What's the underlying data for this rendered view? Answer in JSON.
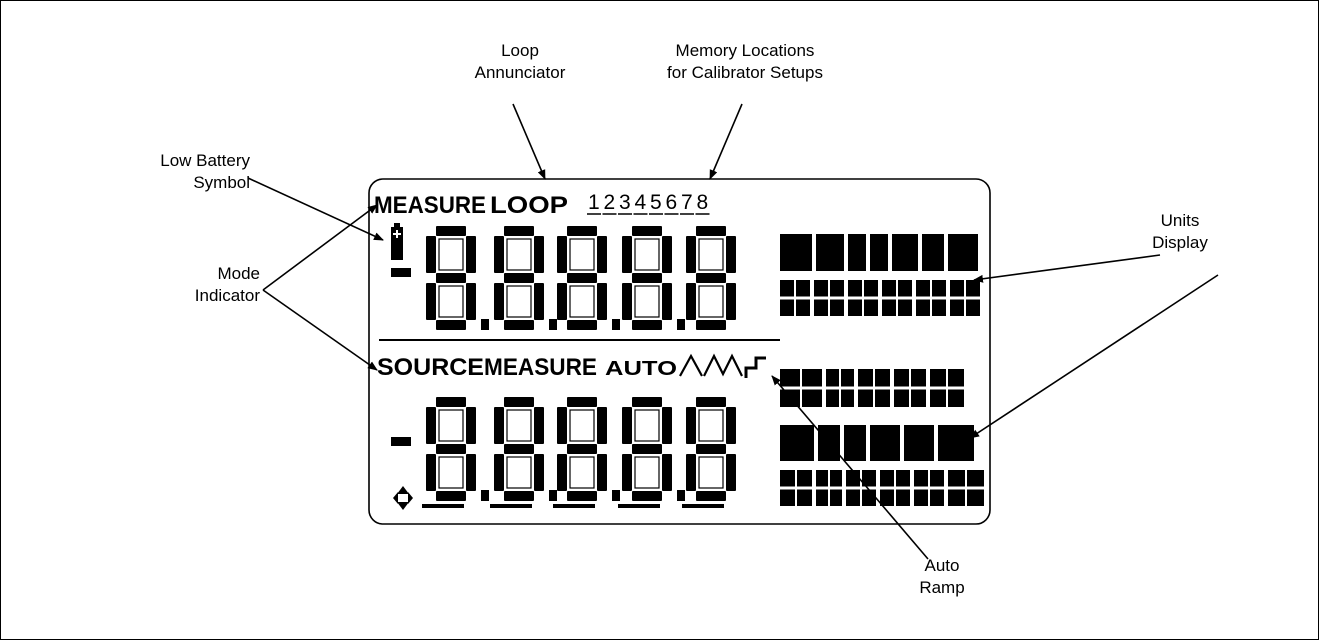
{
  "callouts": {
    "loop_annunciator": [
      "Loop",
      "Annunciator"
    ],
    "memory_locations": [
      "Memory Locations",
      "for Calibrator Setups"
    ],
    "low_battery": [
      "Low Battery",
      "Symbol"
    ],
    "mode_indicator": [
      "Mode",
      "Indicator"
    ],
    "units_display": [
      "Units",
      "Display"
    ],
    "auto_ramp": [
      "Auto",
      "Ramp"
    ]
  },
  "lcd": {
    "top_mode_measure": "MEASURE",
    "top_mode_loop": "LOOP",
    "memory_digits": [
      "1",
      "2",
      "3",
      "4",
      "5",
      "6",
      "7",
      "8"
    ],
    "bottom_mode_source": "SOURCE",
    "bottom_mode_measure": "MEASURE",
    "auto_label": "AUTO"
  }
}
